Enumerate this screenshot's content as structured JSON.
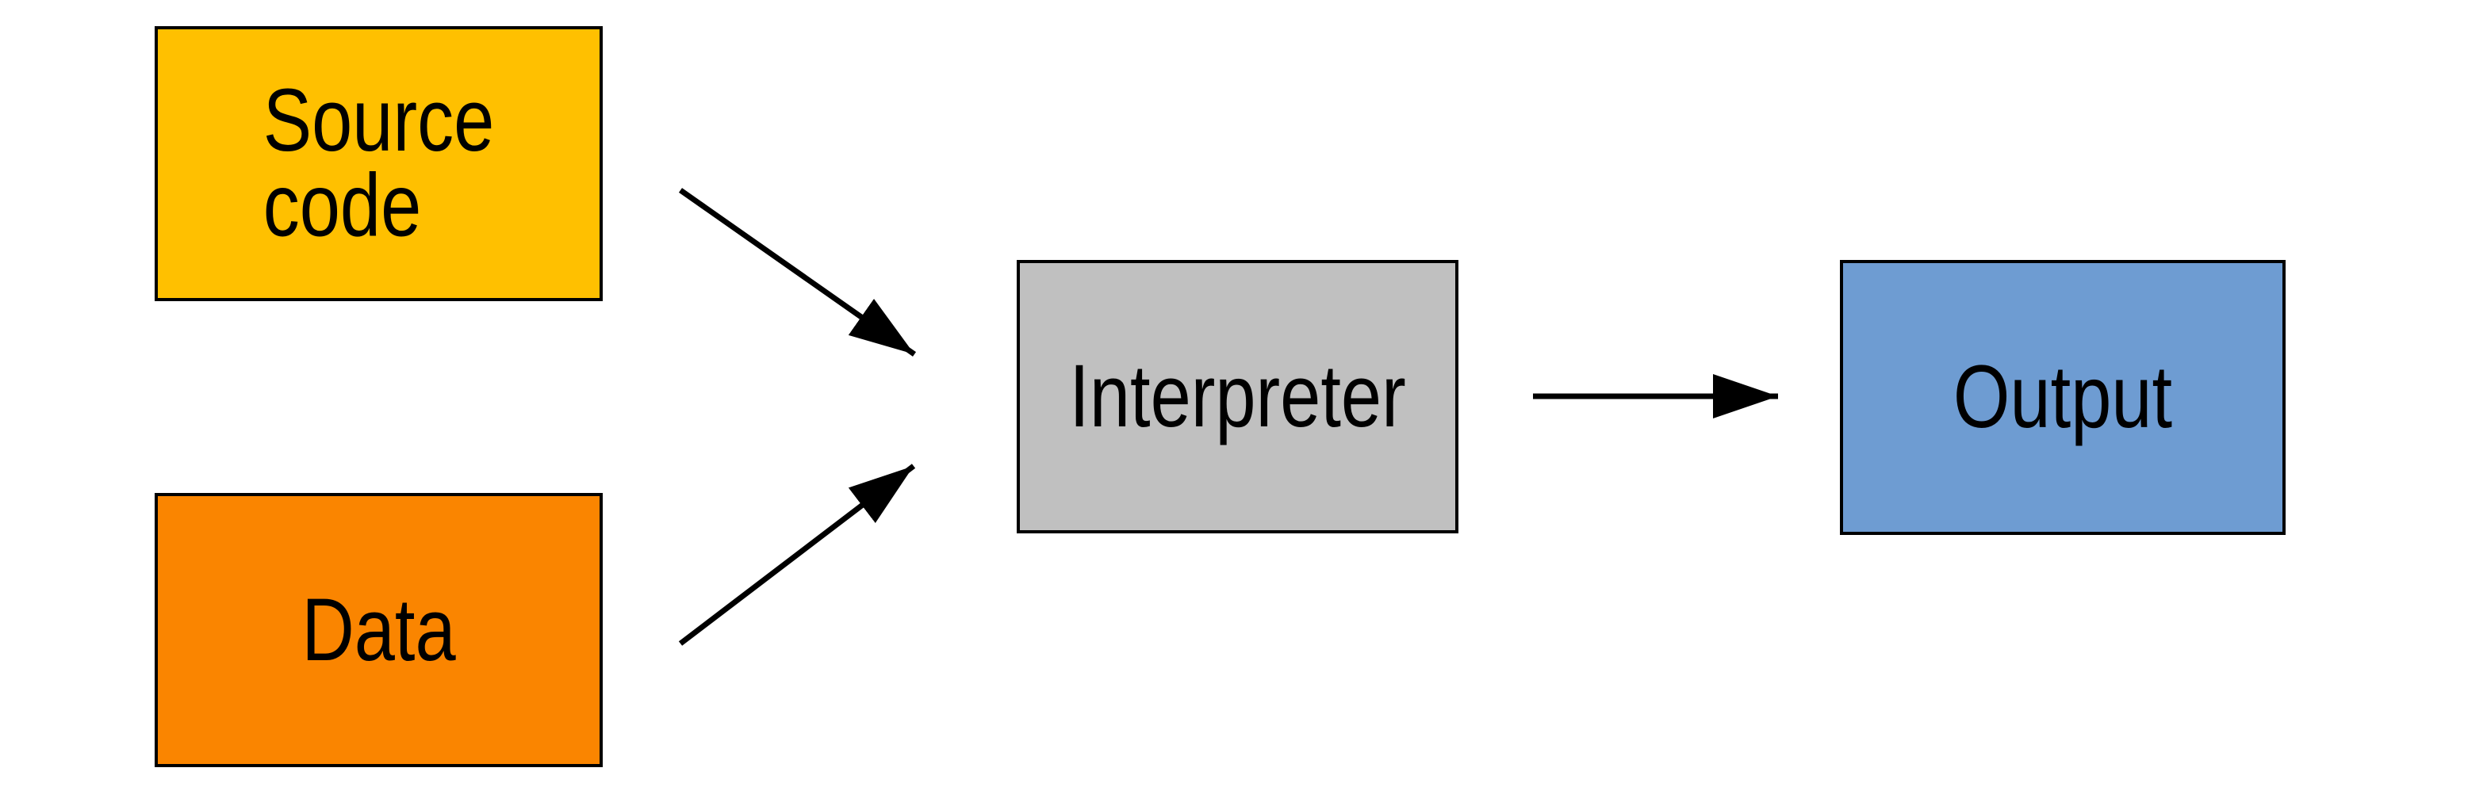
{
  "canvas": {
    "background": "#FFFFFF"
  },
  "diagram": {
    "type": "flow-diagram",
    "edge_color": "#000000",
    "text_color": "#000000",
    "nodes": [
      {
        "id": "source-code",
        "label": "Source\ncode",
        "fill": "#FFC000"
      },
      {
        "id": "data",
        "label": "Data",
        "fill": "#FA8500"
      },
      {
        "id": "interpreter",
        "label": "Interpreter",
        "fill": "#C0C0C0"
      },
      {
        "id": "output",
        "label": "Output",
        "fill": "#6E9CD2"
      }
    ],
    "edges": [
      {
        "from": "source-code",
        "to": "interpreter",
        "style": "straight-arrow"
      },
      {
        "from": "data",
        "to": "interpreter",
        "style": "straight-arrow"
      },
      {
        "from": "interpreter",
        "to": "output",
        "style": "straight-arrow"
      }
    ]
  }
}
